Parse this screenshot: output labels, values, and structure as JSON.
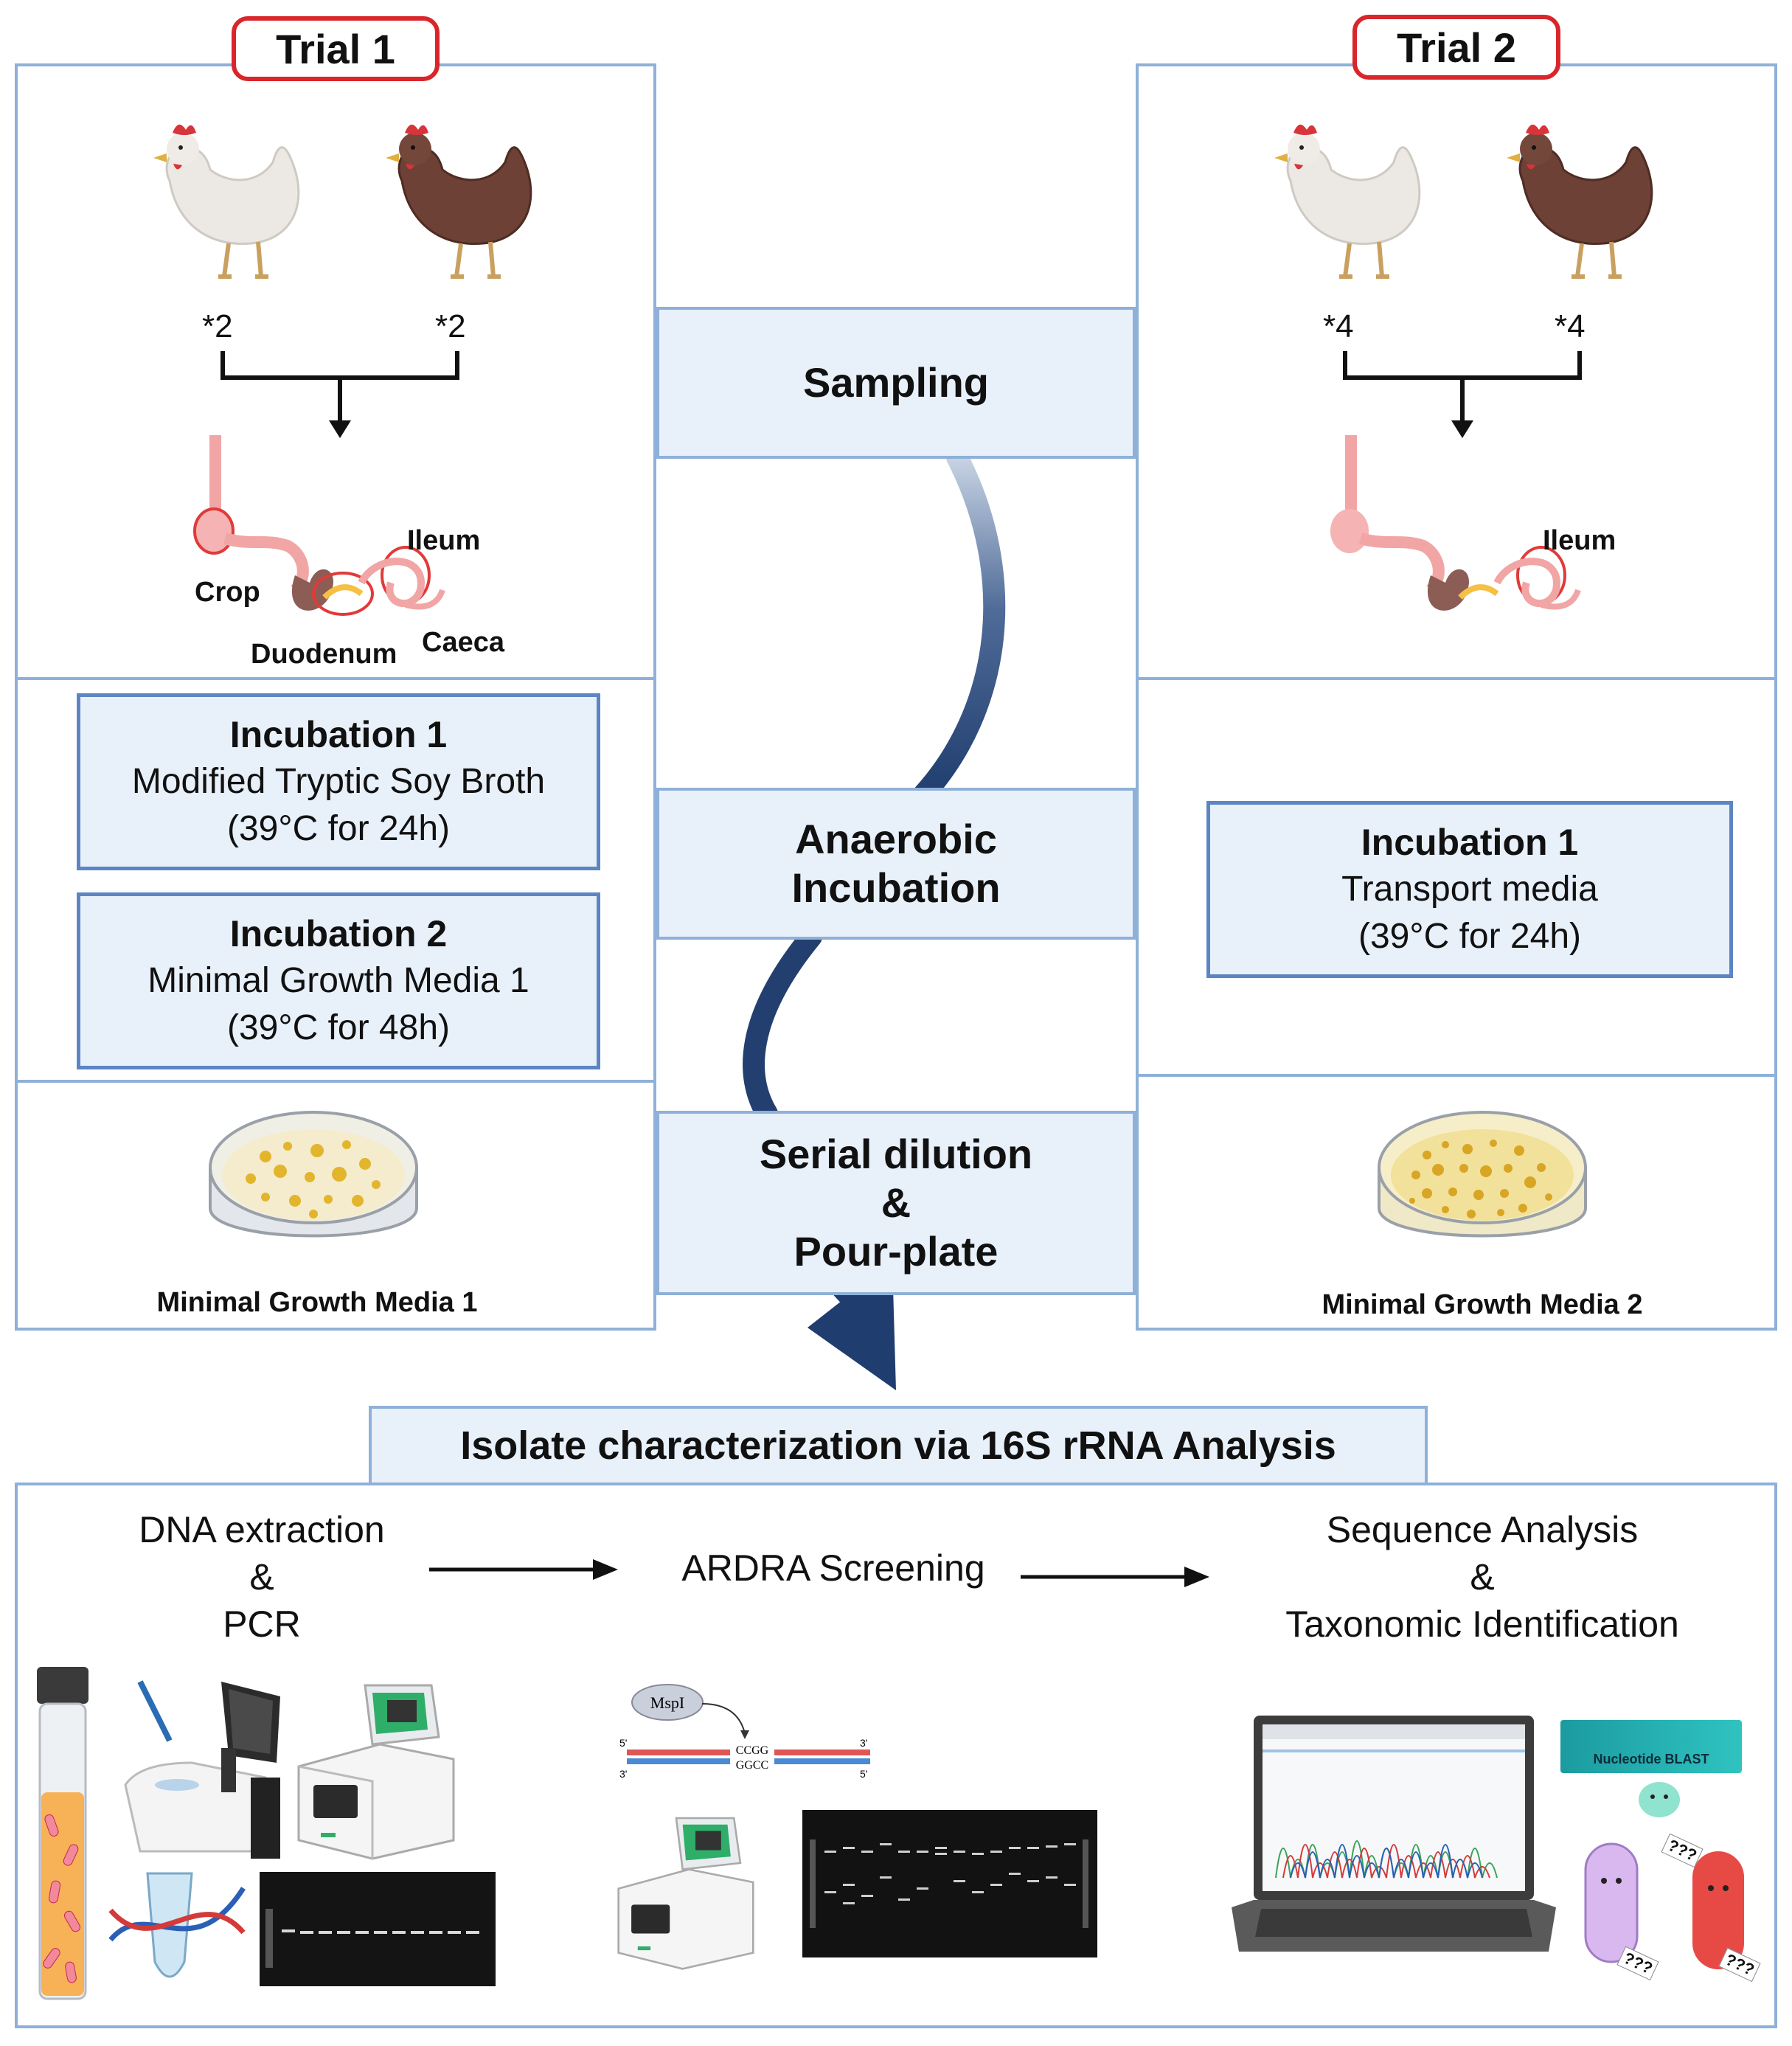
{
  "trial1": {
    "label": "Trial 1",
    "count_white": "*2",
    "count_brown": "*2",
    "organs": {
      "ileum": "Ileum",
      "crop": "Crop",
      "duodenum": "Duodenum",
      "caeca": "Caeca"
    },
    "incubation1": {
      "title": "Incubation 1",
      "medium": "Modified Tryptic Soy Broth",
      "conditions": "(39°C for 24h)"
    },
    "incubation2": {
      "title": "Incubation 2",
      "medium": "Minimal Growth Media 1",
      "conditions": "(39°C for 48h)"
    },
    "plate_label": "Minimal Growth Media 1"
  },
  "trial2": {
    "label": "Trial 2",
    "count_white": "*4",
    "count_brown": "*4",
    "organs": {
      "ileum": "Ileum"
    },
    "incubation1": {
      "title": "Incubation 1",
      "medium": "Transport media",
      "conditions": "(39°C for 24h)"
    },
    "plate_label": "Minimal Growth Media 2"
  },
  "steps": {
    "sampling": "Sampling",
    "anaerobic_1": "Anaerobic",
    "anaerobic_2": "Incubation",
    "serial_1": "Serial dilution",
    "serial_2": "&",
    "serial_3": "Pour-plate"
  },
  "analysis": {
    "title": "Isolate characterization via 16S rRNA Analysis",
    "dna": {
      "l1": "DNA extraction",
      "l2": "&",
      "l3": "PCR"
    },
    "ardra": "ARDRA Screening",
    "seq": {
      "l1": "Sequence Analysis",
      "l2": "&",
      "l3": "Taxonomic Identification"
    },
    "enzyme": "MspI",
    "site_top": "CCGG",
    "site_bottom": "GGCC",
    "strand_5a": "5'",
    "strand_3a": "3'",
    "strand_3b": "3'",
    "strand_5b": "5'",
    "blast": "Nucleotide BLAST",
    "unknown": "???"
  },
  "colors": {
    "panel_border": "#8fb0d8",
    "step_fill": "#e8f0fa",
    "trial_border": "#d9262b",
    "arrow_dark": "#1f3d6e"
  }
}
